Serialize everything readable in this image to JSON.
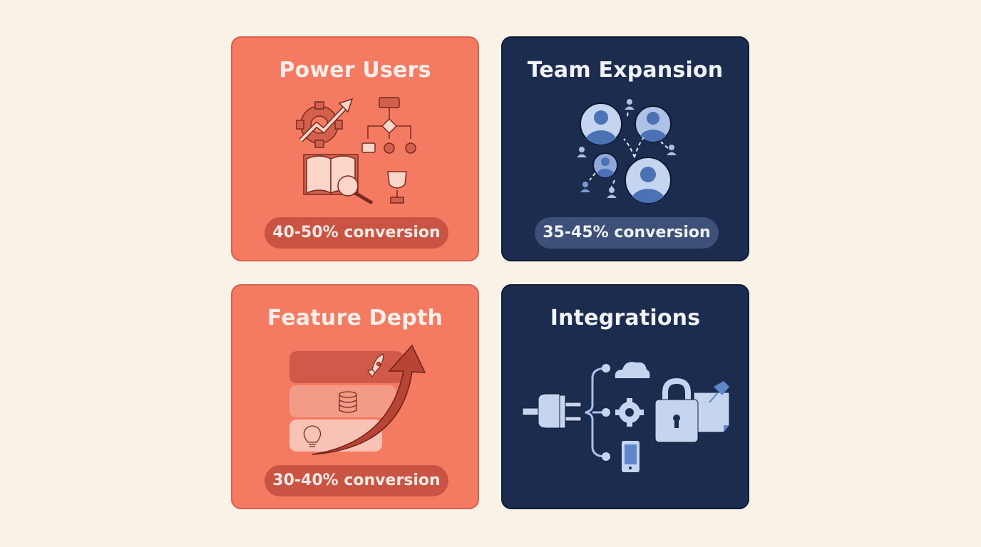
{
  "colors": {
    "background": "#f8f3e6",
    "coral": "#f47a62",
    "navy": "#1c2c4f",
    "coral_pill": "#c95444",
    "navy_pill": "#3d5078"
  },
  "cards": [
    {
      "title": "Power Users",
      "conversion": "40-50% conversion",
      "theme": "coral",
      "icons": [
        "gear-growth-icon",
        "flowchart-icon",
        "book-search-icon",
        "trophy-icon"
      ]
    },
    {
      "title": "Team Expansion",
      "conversion": "35-45% conversion",
      "theme": "navy",
      "icons": [
        "user-network-icon"
      ]
    },
    {
      "title": "Feature Depth",
      "conversion": "30-40% conversion",
      "theme": "coral",
      "icons": [
        "lightbulb-icon",
        "database-icon",
        "rocket-icon",
        "growth-arrow-icon"
      ]
    },
    {
      "title": "Integrations",
      "conversion": "",
      "theme": "navy",
      "icons": [
        "plug-icon",
        "cloud-icon",
        "gear-icon",
        "phone-icon",
        "lock-icon",
        "pinned-note-icon"
      ]
    }
  ]
}
